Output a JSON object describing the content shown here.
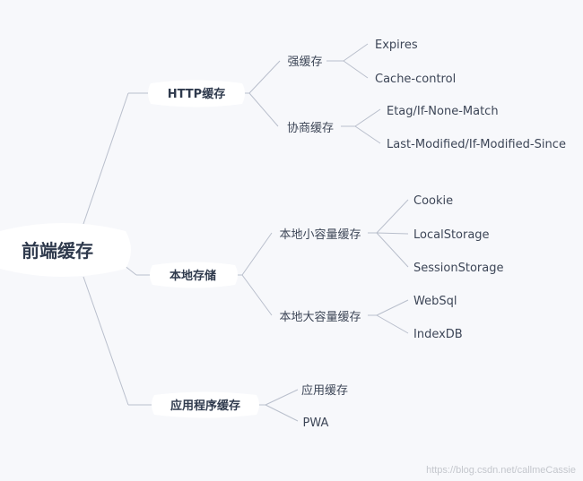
{
  "mindmap": {
    "root": "前端缓存",
    "branches": [
      {
        "label": "HTTP缓存",
        "children": [
          {
            "label": "强缓存",
            "children": [
              "Expires",
              "Cache-control"
            ]
          },
          {
            "label": "协商缓存",
            "children": [
              "Etag/If-None-Match",
              "Last-Modified/If-Modified-Since"
            ]
          }
        ]
      },
      {
        "label": "本地存储",
        "children": [
          {
            "label": "本地小容量缓存",
            "children": [
              "Cookie",
              "LocalStorage",
              "SessionStorage"
            ]
          },
          {
            "label": "本地大容量缓存",
            "children": [
              "WebSql",
              "IndexDB"
            ]
          }
        ]
      },
      {
        "label": "应用程序缓存",
        "children": [
          {
            "label": "应用缓存",
            "children": []
          },
          {
            "label": "PWA",
            "children": []
          }
        ]
      }
    ]
  },
  "watermark": "https://blog.csdn.net/callmeCassie",
  "colors": {
    "background": "#f7f8fb",
    "node_fill": "#ffffff",
    "line": "#b9bfcc",
    "root_text": "#2f3a4d",
    "text": "#3d4657"
  }
}
